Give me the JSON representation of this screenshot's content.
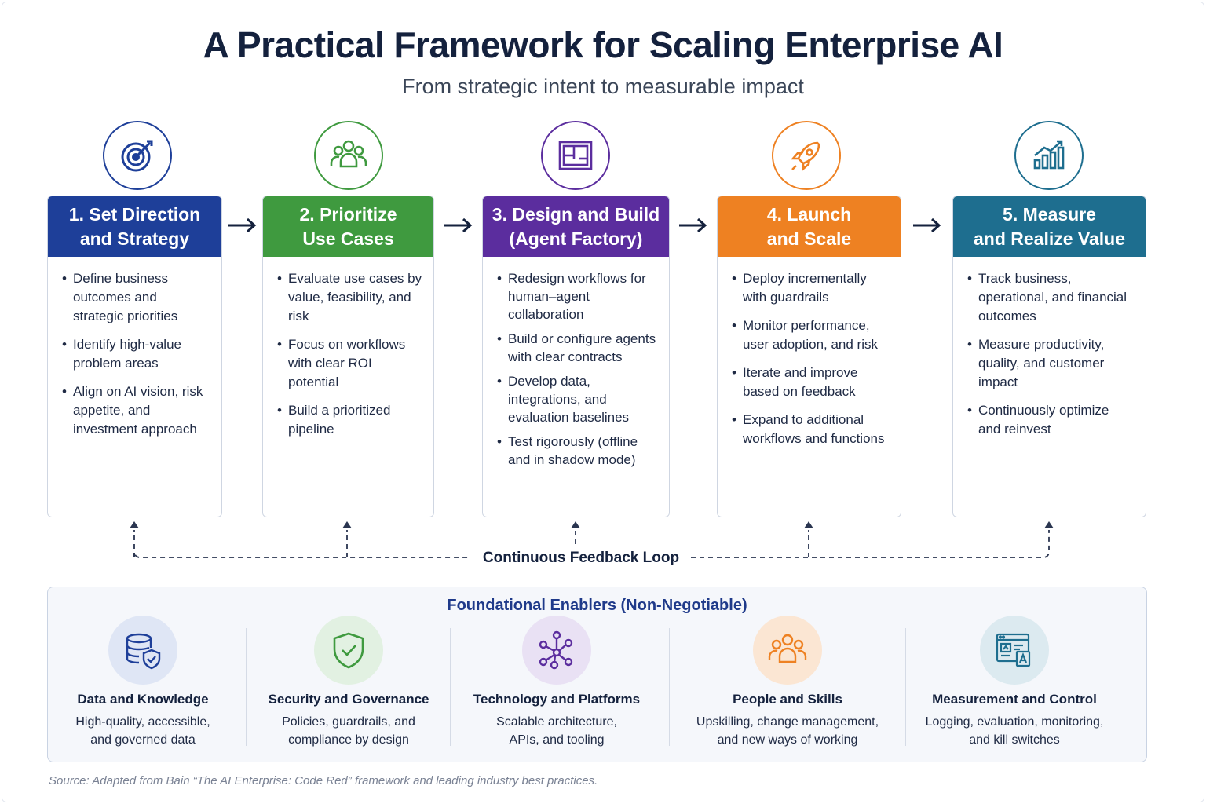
{
  "header": {
    "title": "A Practical Framework for Scaling Enterprise AI",
    "subtitle": "From strategic intent to measurable impact"
  },
  "colors": {
    "step1": "#1e3f99",
    "step2": "#3f9a3f",
    "step3": "#5b2d9e",
    "step4": "#ee8122",
    "step5": "#1e6e8f"
  },
  "steps": [
    {
      "icon": "target-icon",
      "title_line1": "1. Set Direction",
      "title_line2": "and Strategy",
      "bullets": [
        "Define business outcomes and strategic priorities",
        "Identify high-value problem areas",
        "Align on AI vision, risk appetite, and investment approach"
      ]
    },
    {
      "icon": "people-icon",
      "title_line1": "2. Prioritize",
      "title_line2": "Use Cases",
      "bullets": [
        "Evaluate use cases by value, feasibility, and risk",
        "Focus on workflows with clear ROI potential",
        "Build a prioritized pipeline"
      ]
    },
    {
      "icon": "blueprint-icon",
      "title_line1": "3. Design and Build",
      "title_line2": "(Agent Factory)",
      "bullets": [
        "Redesign workflows for human–agent collaboration",
        "Build or configure agents with clear contracts",
        "Develop data, integrations, and evaluation baselines",
        "Test rigorously (offline and in shadow mode)"
      ]
    },
    {
      "icon": "rocket-icon",
      "title_line1": "4. Launch",
      "title_line2": "and Scale",
      "bullets": [
        "Deploy incrementally with guardrails",
        "Monitor performance, user adoption, and risk",
        "Iterate and improve based on feedback",
        "Expand to additional workflows and functions"
      ]
    },
    {
      "icon": "growth-chart-icon",
      "title_line1": "5. Measure",
      "title_line2": "and Realize Value",
      "bullets": [
        "Track business, operational, and financial outcomes",
        "Measure productivity, quality, and customer impact",
        "Continuously optimize and reinvest"
      ]
    }
  ],
  "feedback_loop": {
    "label": "Continuous Feedback Loop"
  },
  "enablers": {
    "title": "Foundational Enablers (Non-Negotiable)",
    "items": [
      {
        "icon": "database-shield-icon",
        "name": "Data and Knowledge",
        "desc_line1": "High-quality, accessible,",
        "desc_line2": "and governed data"
      },
      {
        "icon": "shield-check-icon",
        "name": "Security and Governance",
        "desc_line1": "Policies, guardrails, and",
        "desc_line2": "compliance by design"
      },
      {
        "icon": "network-icon",
        "name": "Technology and Platforms",
        "desc_line1": "Scalable architecture,",
        "desc_line2": "APIs, and tooling"
      },
      {
        "icon": "team-icon",
        "name": "People and Skills",
        "desc_line1": "Upskilling, change management,",
        "desc_line2": "and new ways of working"
      },
      {
        "icon": "dashboard-icon",
        "name": "Measurement and Control",
        "desc_line1": "Logging, evaluation, monitoring,",
        "desc_line2": "and kill switches"
      }
    ]
  },
  "footer": {
    "source": "Source: Adapted from Bain “The AI Enterprise: Code Red” framework and leading industry best practices."
  }
}
